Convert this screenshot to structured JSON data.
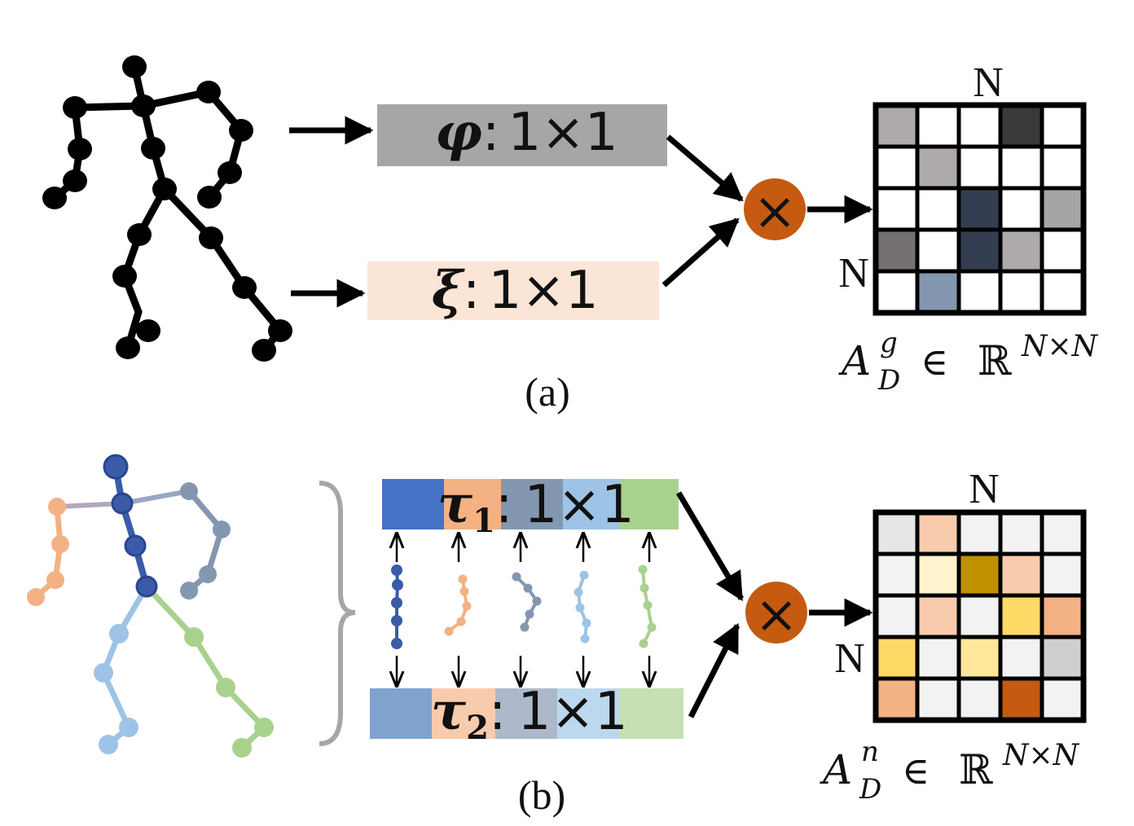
{
  "panel_a": {
    "caption": "(a)",
    "top_box": {
      "symbol": "φ",
      "colon": ":",
      "label": "1×1",
      "color": "#a6a6a6"
    },
    "bottom_box": {
      "symbol": "ξ",
      "colon": ":",
      "label": "1×1",
      "color": "#fbe5d6"
    },
    "matrix": {
      "top_label": "N",
      "side_label": "N",
      "formula": {
        "base": "A",
        "sup": "g",
        "sub": "D",
        "in": "∈",
        "set": "ℝ",
        "power": "N×N"
      },
      "cells": [
        [
          "#aeaaaa",
          "#ffffff",
          "#ffffff",
          "#3b3838",
          "#ffffff"
        ],
        [
          "#ffffff",
          "#aeaaaa",
          "#ffffff",
          "#ffffff",
          "#ffffff"
        ],
        [
          "#ffffff",
          "#ffffff",
          "#333f50",
          "#ffffff",
          "#a5a5a5"
        ],
        [
          "#767171",
          "#ffffff",
          "#333f50",
          "#aeaaaa",
          "#ffffff"
        ],
        [
          "#ffffff",
          "#8497b0",
          "#ffffff",
          "#ffffff",
          "#ffffff"
        ]
      ]
    },
    "multiply_symbol": "×",
    "multiply_color": "#c55a11"
  },
  "panel_b": {
    "caption": "(b)",
    "top_bar": {
      "symbol": "τ",
      "subscript": "1",
      "colon": ":",
      "label": "1×1",
      "segments": [
        "#4472c4",
        "#f4b183",
        "#8497b0",
        "#9dc3e6",
        "#a9d18e"
      ]
    },
    "bottom_bar": {
      "symbol": "τ",
      "subscript": "2",
      "colon": ":",
      "label": "1×1",
      "segments": [
        "#7fa2cf",
        "#f8cbad",
        "#adb9ca",
        "#bdd7ee",
        "#c5e0b4"
      ]
    },
    "part_colors": [
      "#3b5ba9",
      "#f4b183",
      "#8497b0",
      "#9dc3e6",
      "#a9d18e"
    ],
    "matrix": {
      "top_label": "N",
      "side_label": "N",
      "formula": {
        "base": "A",
        "sup": "n",
        "sub": "D",
        "in": "∈",
        "set": "ℝ",
        "power": "N×N"
      },
      "cells": [
        [
          "#e7e6e6",
          "#f8cbad",
          "#f2f2f2",
          "#f2f2f2",
          "#f2f2f2"
        ],
        [
          "#f2f2f2",
          "#fff2cc",
          "#bf9000",
          "#f8cbad",
          "#f2f2f2"
        ],
        [
          "#f2f2f2",
          "#f8cbad",
          "#f2f2f2",
          "#ffd966",
          "#f4b183"
        ],
        [
          "#ffd966",
          "#f2f2f2",
          "#ffe699",
          "#f2f2f2",
          "#d0cece"
        ],
        [
          "#f4b183",
          "#f2f2f2",
          "#f2f2f2",
          "#c55a11",
          "#f2f2f2"
        ]
      ]
    },
    "multiply_symbol": "×",
    "multiply_color": "#c55a11"
  }
}
